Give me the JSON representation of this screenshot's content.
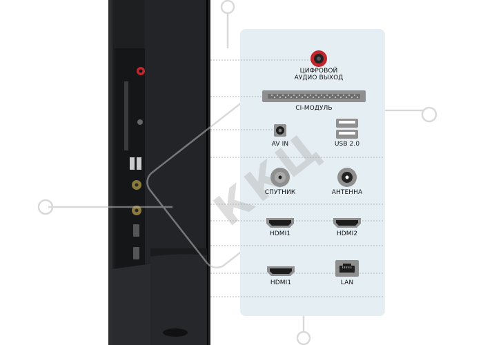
{
  "watermark": "ККЦ",
  "ports": {
    "digital_audio_out": {
      "label": "ЦИФРОВОЙ АУДИО ВЫХОД",
      "icon": "optical-port-icon",
      "color": "#c0272d"
    },
    "ci_module": {
      "label": "CI-МОДУЛЬ",
      "icon": "ci-slot-icon"
    },
    "av_in": {
      "label": "AV IN",
      "icon": "av-jack-icon"
    },
    "usb": {
      "label": "USB 2.0",
      "icon": "usb-port-icon"
    },
    "satellite": {
      "label": "СПУТНИК",
      "icon": "coax-port-icon"
    },
    "antenna": {
      "label": "АНТЕННА",
      "icon": "antenna-port-icon"
    },
    "hdmi1_top": {
      "label": "HDMI1",
      "icon": "hdmi-port-icon"
    },
    "hdmi2": {
      "label": "HDMI2",
      "icon": "hdmi-port-icon"
    },
    "hdmi1_bottom": {
      "label": "HDMI1",
      "icon": "hdmi-port-icon"
    },
    "lan": {
      "label": "LAN",
      "icon": "lan-port-icon"
    }
  },
  "colors": {
    "panel": "#e5eff3",
    "tv_body": "#1e1f21",
    "accent_red": "#c0272d",
    "port_gray": "#8f8f8f"
  }
}
